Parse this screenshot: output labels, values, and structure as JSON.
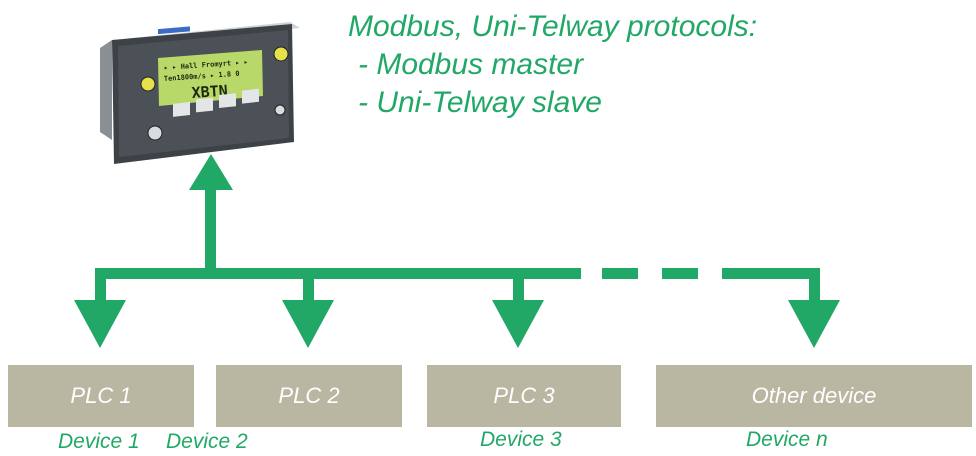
{
  "colors": {
    "green": "#22a866",
    "box": "#b9b6a2",
    "box_text": "#ffffff"
  },
  "protocols": {
    "title": "Modbus, Uni-Telway protocols:",
    "items": [
      "- Modbus master",
      "- Uni-Telway slave"
    ]
  },
  "hmi": {
    "screen_line1": "▸ ▸ Hall Fromyrt ▸ ▸",
    "screen_line2": "Ten1800m/s ▸ 1.8 0",
    "model": "XBTN"
  },
  "devices": [
    {
      "box_label": "PLC 1",
      "caption": "Device 1"
    },
    {
      "box_label": "PLC 2",
      "caption": "Device 2"
    },
    {
      "box_label": "PLC 3",
      "caption": "Device 3"
    },
    {
      "box_label": "Other device",
      "caption": "Device n"
    }
  ]
}
